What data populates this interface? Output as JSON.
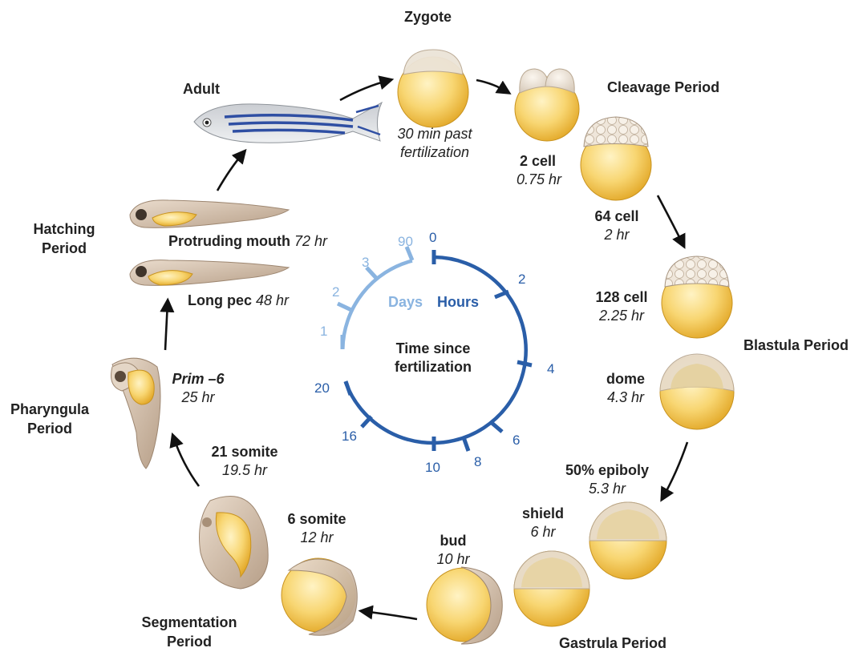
{
  "periods": {
    "zygote": "Zygote",
    "cleavage": "Cleavage Period",
    "blastula": "Blastula Period",
    "gastrula": "Gastrula Period",
    "segmentation_1": "Segmentation",
    "segmentation_2": "Period",
    "pharyngula_1": "Pharyngula",
    "pharyngula_2": "Period",
    "hatching_1": "Hatching",
    "hatching_2": "Period",
    "adult": "Adult"
  },
  "stages": {
    "zygote_time_1": "30 min past",
    "zygote_time_2": "fertilization",
    "two_cell": "2 cell",
    "two_cell_time": "0.75 hr",
    "sixtyfour_cell": "64 cell",
    "sixtyfour_cell_time": "2 hr",
    "onetwentyeight_cell": "128 cell",
    "onetwentyeight_cell_time": "2.25 hr",
    "dome": "dome",
    "dome_time": "4.3 hr",
    "epiboly": "50% epiboly",
    "epiboly_time": "5.3 hr",
    "shield": "shield",
    "shield_time": "6 hr",
    "bud": "bud",
    "bud_time": "10 hr",
    "six_somite": "6 somite",
    "six_somite_time": "12 hr",
    "twentyone_somite": "21 somite",
    "twentyone_somite_time": "19.5 hr",
    "prim": "Prim –6",
    "prim_time": "25 hr",
    "long_pec": "Long pec",
    "long_pec_time": "48 hr",
    "protruding_mouth": "Protruding mouth",
    "protruding_mouth_time": "72 hr"
  },
  "clock": {
    "center_1": "Time since",
    "center_2": "fertilization",
    "days_label": "Days",
    "hours_label": "Hours",
    "hour_ticks": [
      "0",
      "2",
      "4",
      "6",
      "8",
      "10",
      "16",
      "20"
    ],
    "day_ticks": [
      "1",
      "2",
      "3",
      "90"
    ],
    "hours_color": "#2a5ea8",
    "days_color": "#8ab4e0"
  },
  "colors": {
    "yolk": "#f5c84a",
    "yolk_light": "#fbe49a",
    "cells": "#ece0d2",
    "embryo_tissue": "#d8c3b0",
    "arrow": "#111111"
  }
}
